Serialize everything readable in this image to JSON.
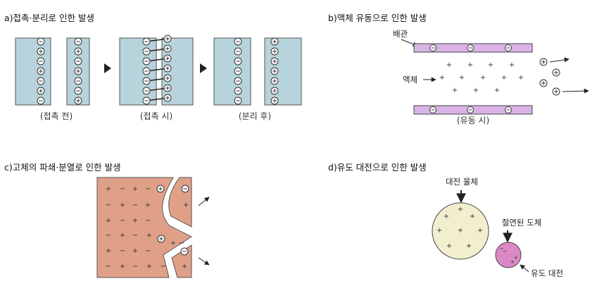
{
  "panels": {
    "a": {
      "title": "a)접촉·분리로 인한 발생",
      "captions": [
        "(접촉 전)",
        "(접촉 시)",
        "(분리 후)"
      ]
    },
    "b": {
      "title": "b)액체 유동으로 인한 발생",
      "pipe_label": "배관",
      "liquid_label": "액체",
      "caption": "(유동 시)"
    },
    "c": {
      "title": "c)고체의 파쇄·분열로 인한 발생"
    },
    "d": {
      "title": "d)유도 대전으로 인한 발생",
      "charged_label": "대전 물체",
      "conductor_label": "절연된 도체",
      "induced_label": "유도 대전"
    }
  },
  "symbols": {
    "plus": "+",
    "minus": "−"
  },
  "colors": {
    "plate": "#b7d3dc",
    "pipe": "#d9b3e6",
    "solid": "#e0a088",
    "sphere": "#f2efcf",
    "conductor": "#dd88c6",
    "ink": "#222222"
  }
}
